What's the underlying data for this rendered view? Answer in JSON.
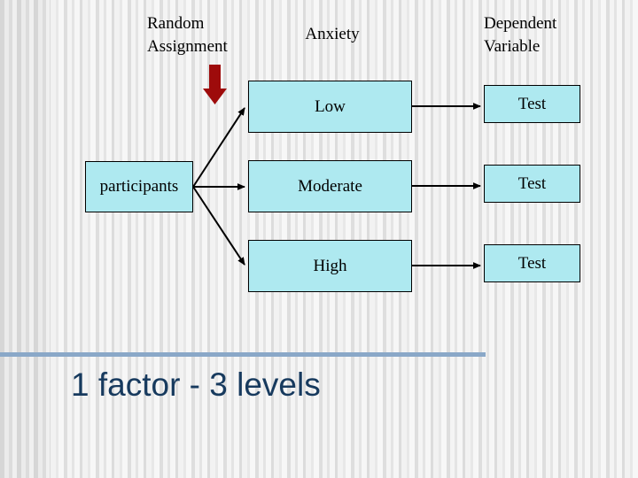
{
  "slide": {
    "title": "1 factor - 3 levels",
    "background_color": "#f2f2f2",
    "stripe_color": "#dedede",
    "rule_color": "#8aa8c8",
    "title_color": "#173a5e"
  },
  "headers": {
    "random_assignment": "Random\nAssignment",
    "anxiety": "Anxiety",
    "dependent_variable": "Dependent\nVariable"
  },
  "icons": {
    "red_down_arrow": "down-arrow-icon",
    "red_arrow_color": "#9e0b0b"
  },
  "boxes": {
    "participants": "participants",
    "levels": [
      {
        "label": "Low"
      },
      {
        "label": "Moderate"
      },
      {
        "label": "High"
      }
    ],
    "tests": [
      {
        "label": "Test"
      },
      {
        "label": "Test"
      },
      {
        "label": "Test"
      }
    ],
    "fill_color": "#aee9f0",
    "border_color": "#000000"
  },
  "connectors": {
    "color": "#000000",
    "participants_to_low": "diagonal-up-arrow",
    "participants_to_moderate": "horizontal-arrow",
    "participants_to_high": "diagonal-down-arrow",
    "low_to_test": "horizontal-arrow",
    "moderate_to_test": "horizontal-arrow",
    "high_to_test": "horizontal-arrow"
  }
}
